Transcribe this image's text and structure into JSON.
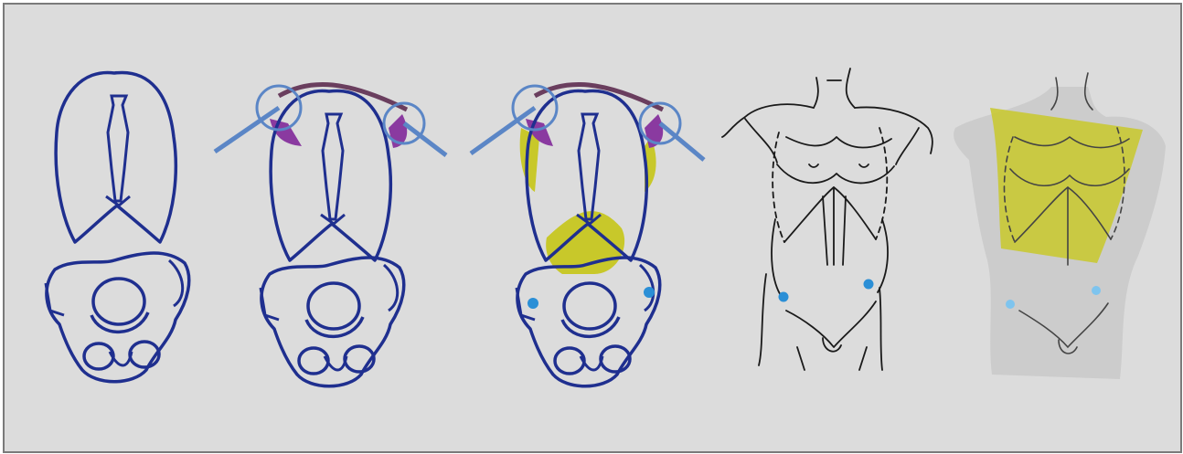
{
  "panels": [
    {
      "id": "ribcage-pelvis-outline",
      "step": 1
    },
    {
      "id": "ribcage-pelvis-shoulder-joints",
      "step": 2
    },
    {
      "id": "ribcage-pelvis-muscle-masses",
      "step": 3
    },
    {
      "id": "torso-line-drawing",
      "step": 4
    },
    {
      "id": "torso-shaded-overlay",
      "step": 5
    }
  ],
  "colors": {
    "canvas": "#dcdcdc",
    "frame": "#7a7a7a",
    "bone_outline": "#1f2f8f",
    "shoulder_axis": "#5b86c6",
    "clavicle_band": "#6a3e5e",
    "trapezius_mass": "#8a3aa0",
    "muscle_mass": "#c8c82a",
    "landmark_dot": "#2b8fd6",
    "sketch_line": "#1a1a1a",
    "body_fill": "#c9c9c9"
  }
}
